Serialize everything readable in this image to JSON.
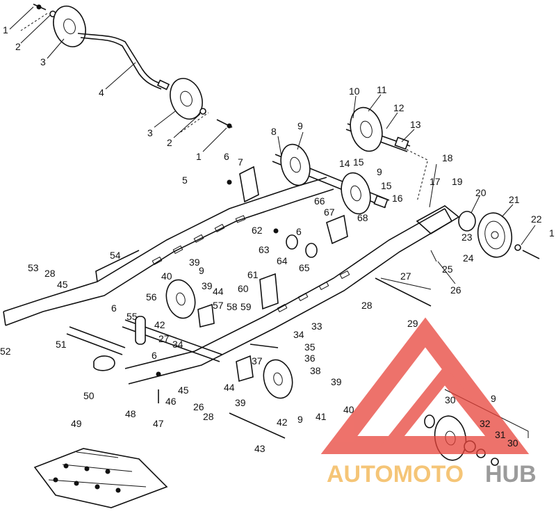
{
  "figure": {
    "type": "exploded-parts-diagram",
    "callouts": [
      {
        "id": "c1a",
        "label": "1"
      },
      {
        "id": "c2a",
        "label": "2"
      },
      {
        "id": "c3a",
        "label": "3"
      },
      {
        "id": "c4",
        "label": "4"
      },
      {
        "id": "c3b",
        "label": "3"
      },
      {
        "id": "c2b",
        "label": "2"
      },
      {
        "id": "c1b",
        "label": "1"
      },
      {
        "id": "c10",
        "label": "10"
      },
      {
        "id": "c11",
        "label": "11"
      },
      {
        "id": "c12",
        "label": "12"
      },
      {
        "id": "c13",
        "label": "13"
      },
      {
        "id": "c8",
        "label": "8"
      },
      {
        "id": "c9a",
        "label": "9"
      },
      {
        "id": "c14",
        "label": "14"
      },
      {
        "id": "c15a",
        "label": "15"
      },
      {
        "id": "c9b",
        "label": "9"
      },
      {
        "id": "c15b",
        "label": "15"
      },
      {
        "id": "c16",
        "label": "16"
      },
      {
        "id": "c6a",
        "label": "6"
      },
      {
        "id": "c7",
        "label": "7"
      },
      {
        "id": "c5",
        "label": "5"
      },
      {
        "id": "c66",
        "label": "66"
      },
      {
        "id": "c67",
        "label": "67"
      },
      {
        "id": "c68",
        "label": "68"
      },
      {
        "id": "c18",
        "label": "18"
      },
      {
        "id": "c17",
        "label": "17"
      },
      {
        "id": "c19",
        "label": "19"
      },
      {
        "id": "c20",
        "label": "20"
      },
      {
        "id": "c21",
        "label": "21"
      },
      {
        "id": "c22",
        "label": "22"
      },
      {
        "id": "c1c",
        "label": "1"
      },
      {
        "id": "c62",
        "label": "62"
      },
      {
        "id": "c6b",
        "label": "6"
      },
      {
        "id": "c63",
        "label": "63"
      },
      {
        "id": "c64",
        "label": "64"
      },
      {
        "id": "c65",
        "label": "65"
      },
      {
        "id": "c23",
        "label": "23"
      },
      {
        "id": "c24",
        "label": "24"
      },
      {
        "id": "c25",
        "label": "25"
      },
      {
        "id": "c26a",
        "label": "26"
      },
      {
        "id": "c27a",
        "label": "27"
      },
      {
        "id": "c54",
        "label": "54"
      },
      {
        "id": "c53",
        "label": "53"
      },
      {
        "id": "c28a",
        "label": "28"
      },
      {
        "id": "c45a",
        "label": "45"
      },
      {
        "id": "c39a",
        "label": "39"
      },
      {
        "id": "c9c",
        "label": "9"
      },
      {
        "id": "c40a",
        "label": "40"
      },
      {
        "id": "c39b",
        "label": "39"
      },
      {
        "id": "c44a",
        "label": "44"
      },
      {
        "id": "c61",
        "label": "61"
      },
      {
        "id": "c60",
        "label": "60"
      },
      {
        "id": "c56",
        "label": "56"
      },
      {
        "id": "c57",
        "label": "57"
      },
      {
        "id": "c58",
        "label": "58"
      },
      {
        "id": "c59",
        "label": "59"
      },
      {
        "id": "c33",
        "label": "33"
      },
      {
        "id": "c28b",
        "label": "28"
      },
      {
        "id": "c29",
        "label": "29"
      },
      {
        "id": "c6c",
        "label": "6"
      },
      {
        "id": "c55",
        "label": "55"
      },
      {
        "id": "c42a",
        "label": "42"
      },
      {
        "id": "c27b",
        "label": "27"
      },
      {
        "id": "c34a",
        "label": "34"
      },
      {
        "id": "c34b",
        "label": "34"
      },
      {
        "id": "c35",
        "label": "35"
      },
      {
        "id": "c36",
        "label": "36"
      },
      {
        "id": "c52",
        "label": "52"
      },
      {
        "id": "c51",
        "label": "51"
      },
      {
        "id": "c6d",
        "label": "6"
      },
      {
        "id": "c37",
        "label": "37"
      },
      {
        "id": "c50",
        "label": "50"
      },
      {
        "id": "c45b",
        "label": "45"
      },
      {
        "id": "c46",
        "label": "46"
      },
      {
        "id": "c44b",
        "label": "44"
      },
      {
        "id": "c38",
        "label": "38"
      },
      {
        "id": "c39c",
        "label": "39"
      },
      {
        "id": "c39d",
        "label": "39"
      },
      {
        "id": "c26b",
        "label": "26"
      },
      {
        "id": "c28c",
        "label": "28"
      },
      {
        "id": "c48",
        "label": "48"
      },
      {
        "id": "c47",
        "label": "47"
      },
      {
        "id": "c42b",
        "label": "42"
      },
      {
        "id": "c9d",
        "label": "9"
      },
      {
        "id": "c41",
        "label": "41"
      },
      {
        "id": "c40b",
        "label": "40"
      },
      {
        "id": "c43",
        "label": "43"
      },
      {
        "id": "c49",
        "label": "49"
      },
      {
        "id": "c30a",
        "label": "30"
      },
      {
        "id": "c9e",
        "label": "9"
      },
      {
        "id": "c32",
        "label": "32"
      },
      {
        "id": "c31",
        "label": "31"
      },
      {
        "id": "c30b",
        "label": "30"
      }
    ]
  },
  "watermark": {
    "brand_part1": "AUTOMOTO",
    "brand_part2": "HUB",
    "color_primary": "#e8433a",
    "color_secondary": "#f2b24a",
    "color_dark": "#7a7a7a"
  }
}
